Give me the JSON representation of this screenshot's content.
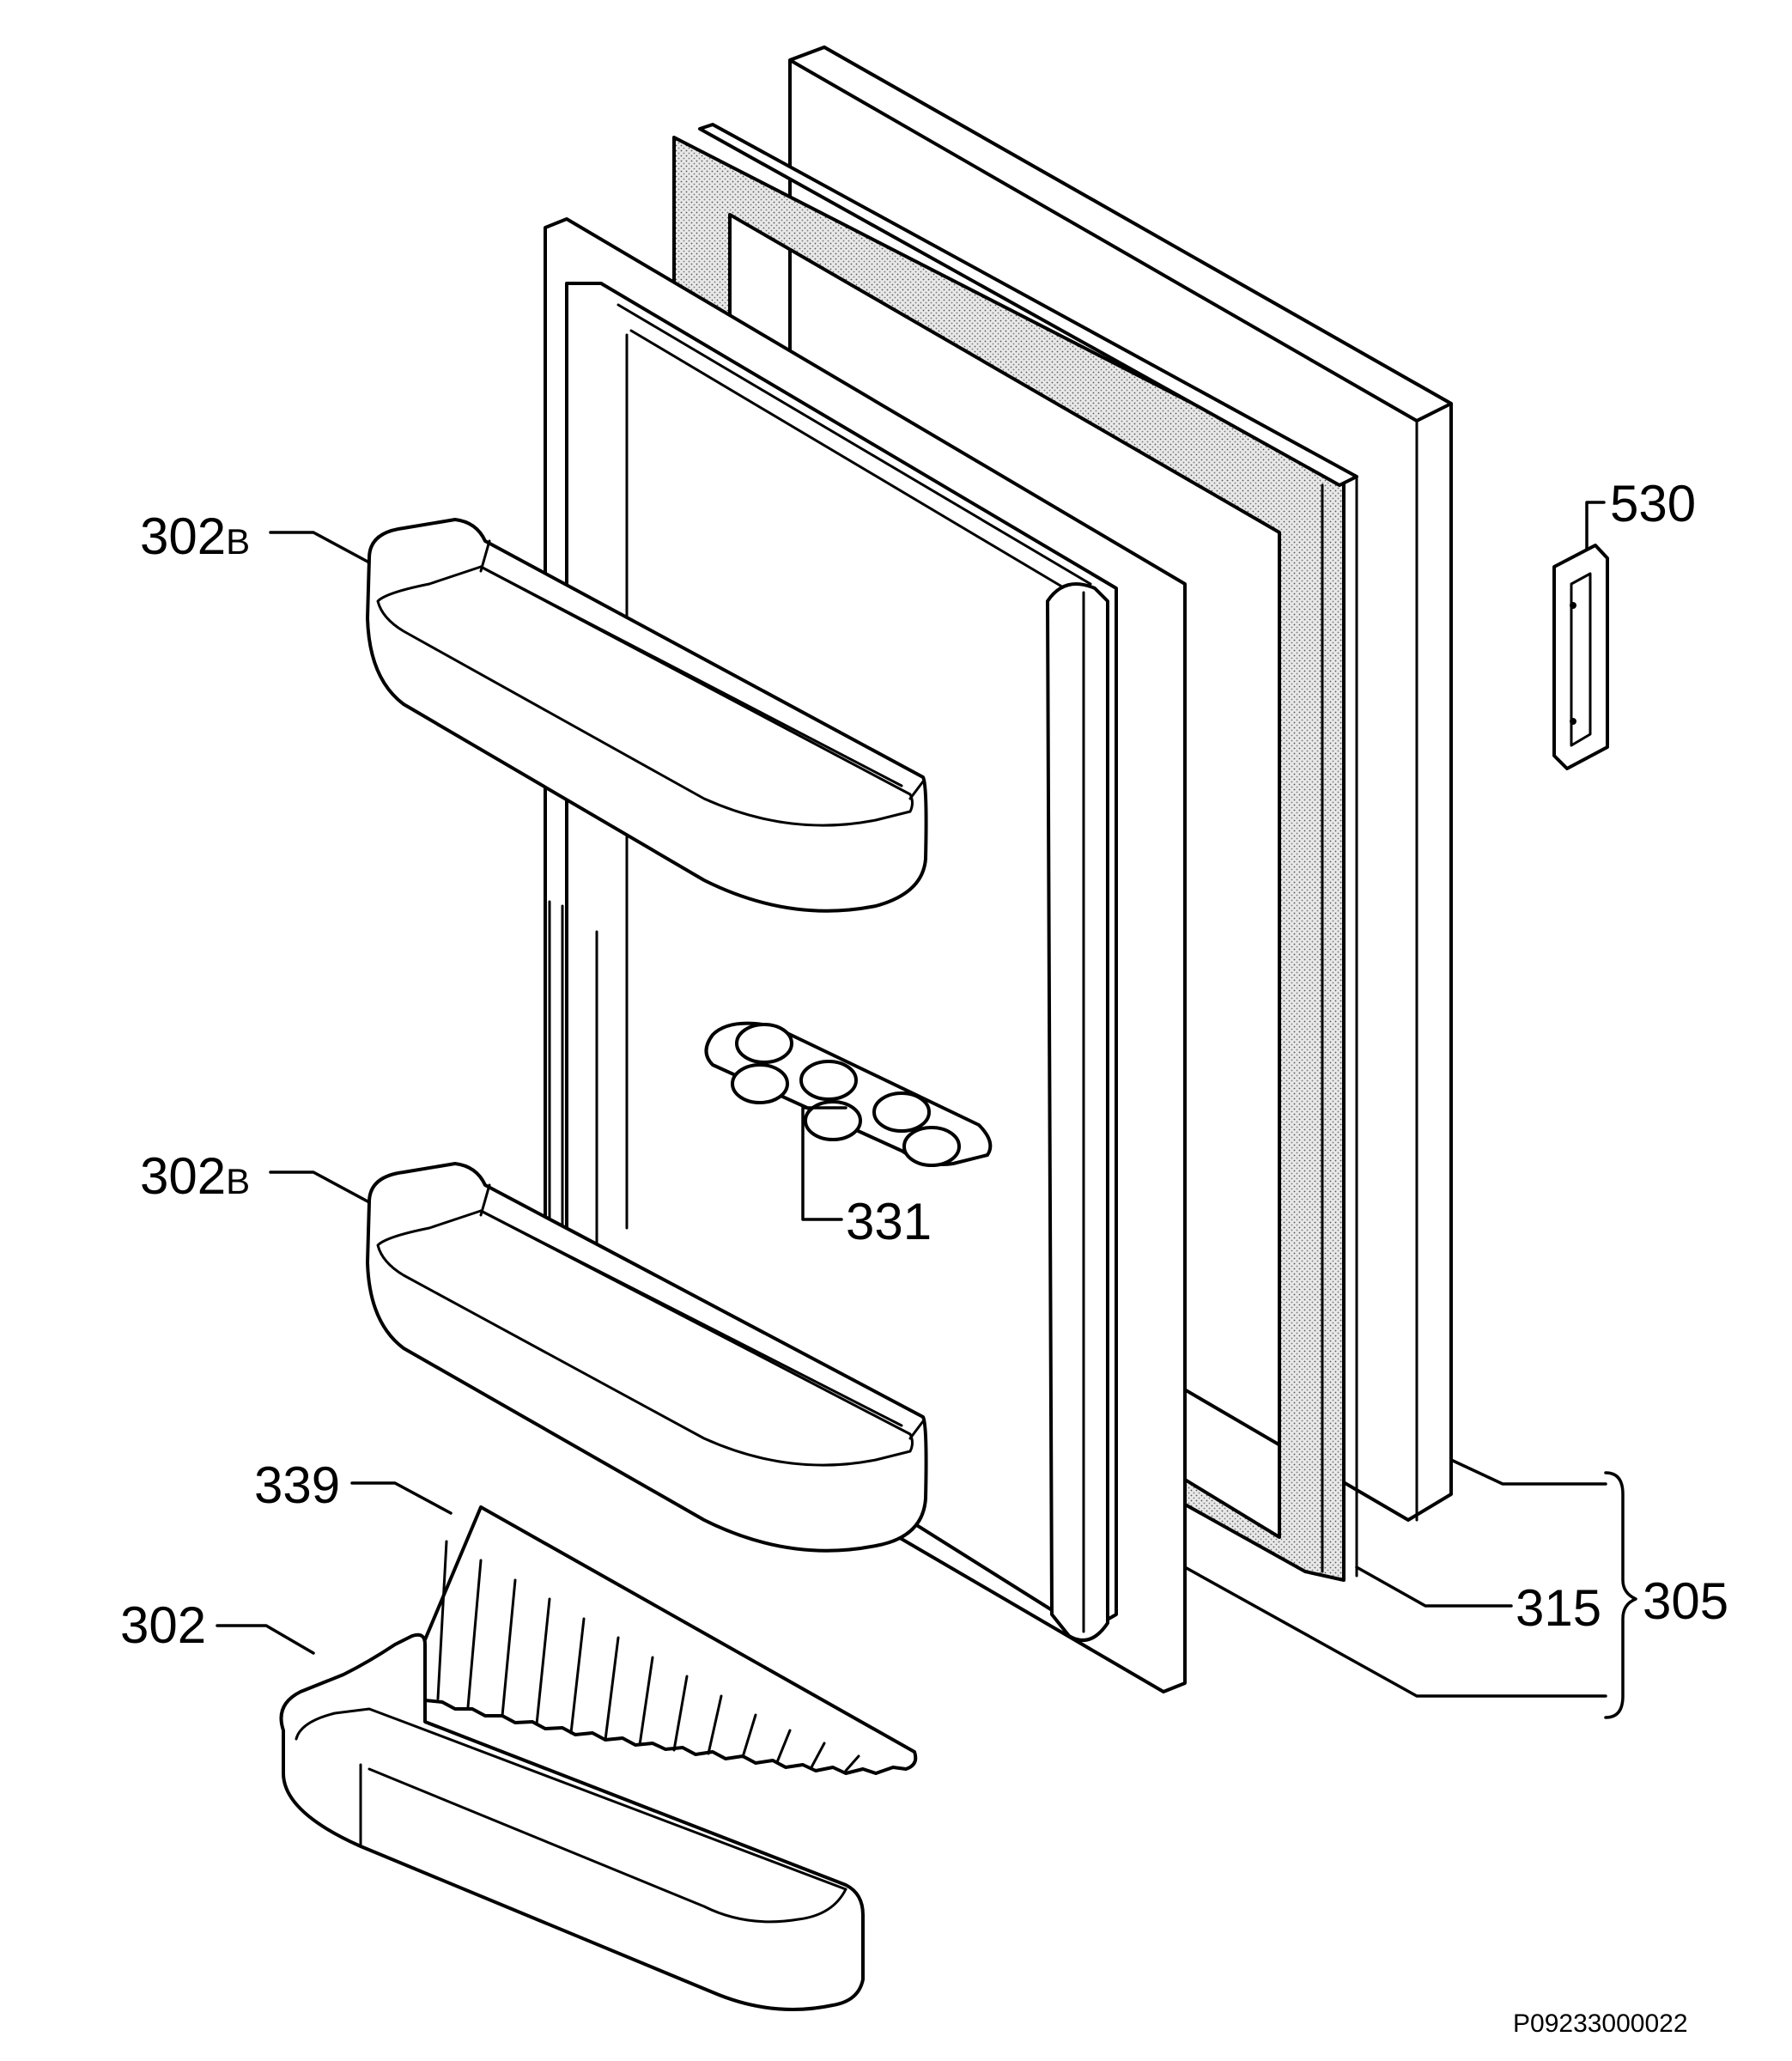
{
  "labels": {
    "shelf_upper": {
      "num": "302",
      "suffix": "B"
    },
    "shelf_middle": {
      "num": "302",
      "suffix": "B"
    },
    "shelf_lower": "302",
    "egg_tray": "331",
    "grille": "339",
    "hinge": "530",
    "gasket": "315",
    "door_assembly": "305"
  },
  "drawing_code": "P09233000022"
}
